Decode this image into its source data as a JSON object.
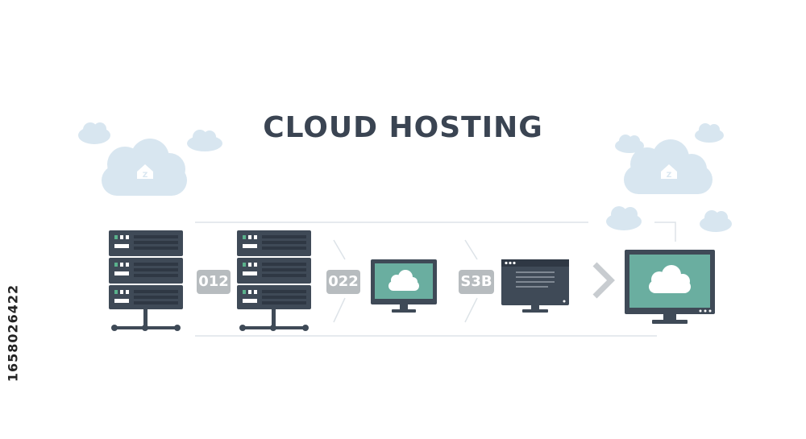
{
  "diagram": {
    "title": "CLOUD HOSTING",
    "stock_id": "1658026422",
    "labels": {
      "link1": "012",
      "link2": "022",
      "link3": "S3B"
    }
  },
  "colors": {
    "server": "#3f4a57",
    "server_dark": "#2f3844",
    "led_green": "#5ab28c",
    "screen_teal": "#6aaea0",
    "cloud": "#d8e6f0",
    "tag_gray": "#b7bcbf",
    "line": "#dde3e8",
    "arrow": "#c8ccd0"
  },
  "icons": [
    "cloud-icon",
    "server-rack-icon",
    "monitor-icon",
    "browser-window-icon",
    "chevron-right-icon"
  ]
}
